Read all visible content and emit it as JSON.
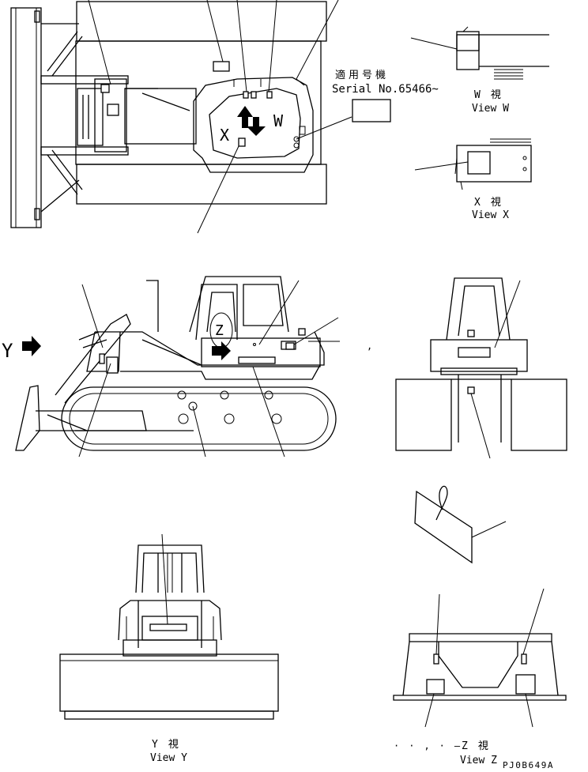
{
  "serial_block": {
    "jp": "適用号機",
    "serial": "Serial No.65466~"
  },
  "views": {
    "w": {
      "jp": "W　視",
      "en": "View W"
    },
    "x": {
      "jp": "X　視",
      "en": "View X"
    },
    "y": {
      "jp": "Y　視",
      "en": "View Y"
    },
    "z": {
      "jp": "Z　視",
      "en": "View Z"
    }
  },
  "markers": {
    "top_x": "X",
    "top_w": "W",
    "side_z": "Z",
    "side_y": "Y"
  },
  "stray": {
    "comma": ",",
    "z_prefix": "·　·　,　·　–"
  },
  "drawing_code": "PJ0B649A",
  "icons": [
    "right-arrow-icon",
    "up-arrow-icon",
    "down-arrow-icon"
  ]
}
